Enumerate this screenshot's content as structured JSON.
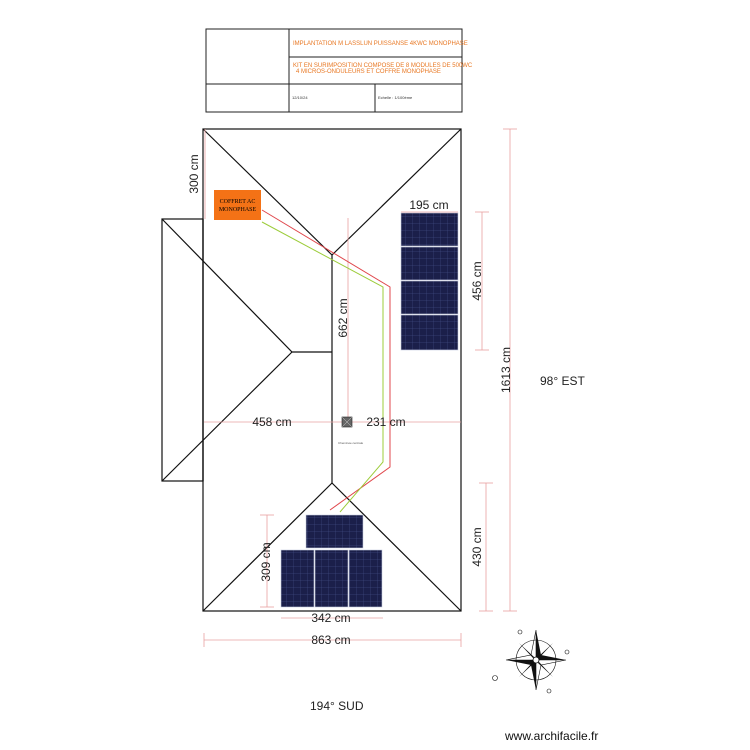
{
  "title_block": {
    "title": "IMPLANTATION M LASSLUN PUISSANSE 4KWC MONOPHASE",
    "description_line1": "KIT EN SURIMPOSITION COMPOSE DE 8 MODULES DE 500WC",
    "description_line2": "4 MICROS-ONDULEURS ET COFFRE MONOPHASE",
    "date": "12/10/24",
    "scale": "Echelle : 1/100ème"
  },
  "coffret": {
    "line1": "COFFRET AC",
    "line2": "MONOPHASE"
  },
  "dimensions": {
    "d300": "300 cm",
    "d195": "195 cm",
    "d456": "456 cm",
    "d662": "662 cm",
    "d1613": "1613 cm",
    "d458": "458 cm",
    "d231": "231 cm",
    "d430": "430 cm",
    "d309": "309 cm",
    "d342": "342 cm",
    "d863": "863 cm"
  },
  "orientation": {
    "east": "98° EST",
    "south": "194° SUD"
  },
  "notes": {
    "cheminee": "Cheminée centrale"
  },
  "watermark": "www.archifacile.fr",
  "colors": {
    "coffret": "#f47216",
    "cable_red": "#e0474c",
    "cable_green": "#9ccc3a",
    "panel": "#1b1f4a",
    "dimension_line": "#e8a0a0",
    "title_orange": "#e87722"
  }
}
